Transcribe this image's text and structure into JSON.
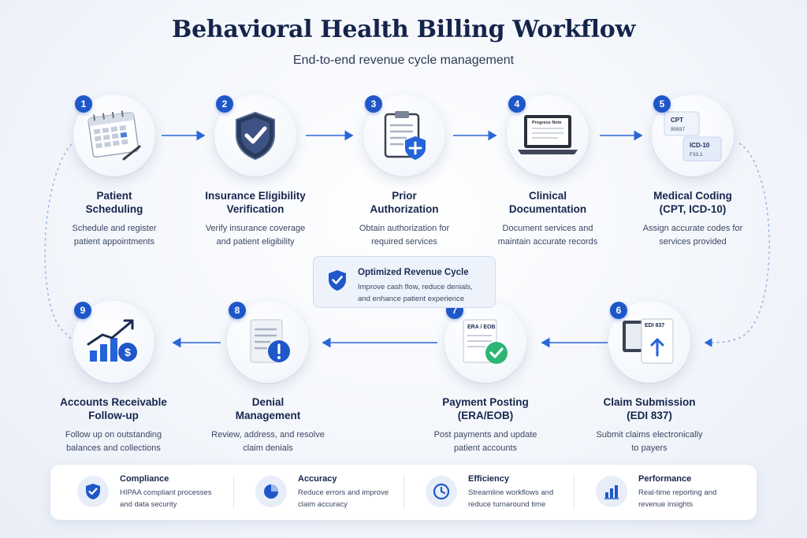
{
  "header": {
    "title": "Behavioral Health Billing Workflow",
    "subtitle": "End-to-end revenue cycle management"
  },
  "steps": [
    {
      "number": "1",
      "title": "Patient\nScheduling",
      "desc": "Schedule and register\npatient appointments",
      "icon": "calendar-icon"
    },
    {
      "number": "2",
      "title": "Insurance Eligibility\nVerification",
      "desc": "Verify insurance coverage\nand patient eligibility",
      "icon": "shield-check-icon"
    },
    {
      "number": "3",
      "title": "Prior\nAuthorization",
      "desc": "Obtain authorization for\nrequired services",
      "icon": "clipboard-icon"
    },
    {
      "number": "4",
      "title": "Clinical\nDocumentation",
      "desc": "Document services and\nmaintain accurate records",
      "icon": "laptop-icon",
      "screen_text": "Progress Note"
    },
    {
      "number": "5",
      "title": "Medical Coding\n(CPT, ICD-10)",
      "desc": "Assign accurate codes for\nservices provided",
      "icon": "code-cards-icon",
      "card1_label": "CPT",
      "card1_value": "90837",
      "card2_label": "ICD-10",
      "card2_value": "F33.1"
    },
    {
      "number": "6",
      "title": "Claim Submission\n(EDI 837)",
      "desc": "Submit claims electronically\nto payers",
      "icon": "claim-upload-icon",
      "doc_label": "EDI 837"
    },
    {
      "number": "7",
      "title": "Payment Posting\n(ERA/EOB)",
      "desc": "Post payments and update\npatient accounts",
      "icon": "payment-doc-icon",
      "doc_label": "ERA / EOB"
    },
    {
      "number": "8",
      "title": "Denial\nManagement",
      "desc": "Review, address, and resolve\nclaim denials",
      "icon": "denial-doc-icon"
    },
    {
      "number": "9",
      "title": "Accounts Receivable\nFollow-up",
      "desc": "Follow up on outstanding\nbalances and collections",
      "icon": "growth-chart-icon"
    }
  ],
  "center": {
    "title": "Optimized Revenue Cycle",
    "desc": "Improve cash flow, reduce denials,\nand enhance patient experience"
  },
  "features": [
    {
      "title": "Compliance",
      "desc": "HIPAA compliant processes\nand data security",
      "icon": "shield-icon"
    },
    {
      "title": "Accuracy",
      "desc": "Reduce errors and improve\nclaim accuracy",
      "icon": "pie-chart-icon"
    },
    {
      "title": "Efficiency",
      "desc": "Streamline workflows and\nreduce turnaround time",
      "icon": "clock-icon"
    },
    {
      "title": "Performance",
      "desc": "Real-time reporting and\nrevenue insights",
      "icon": "bar-chart-icon"
    }
  ],
  "colors": {
    "accent": "#1f57c9",
    "navy": "#14244a",
    "green": "#2bb673"
  }
}
